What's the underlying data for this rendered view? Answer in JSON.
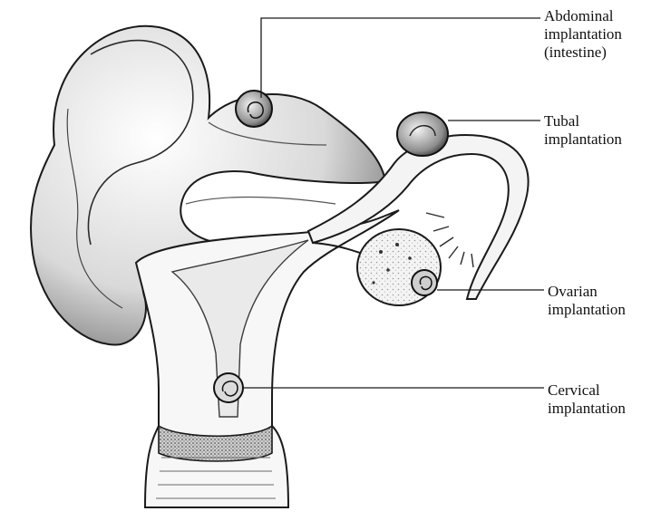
{
  "diagram": {
    "labels": {
      "abdominal": {
        "line1": "Abdominal",
        "line2": "implantation",
        "line3": "(intestine)"
      },
      "tubal": {
        "line1": "Tubal",
        "line2": "implantation"
      },
      "ovarian": {
        "line1": "Ovarian",
        "line2": "implantation"
      },
      "cervical": {
        "line1": "Cervical",
        "line2": "implantation"
      }
    }
  }
}
